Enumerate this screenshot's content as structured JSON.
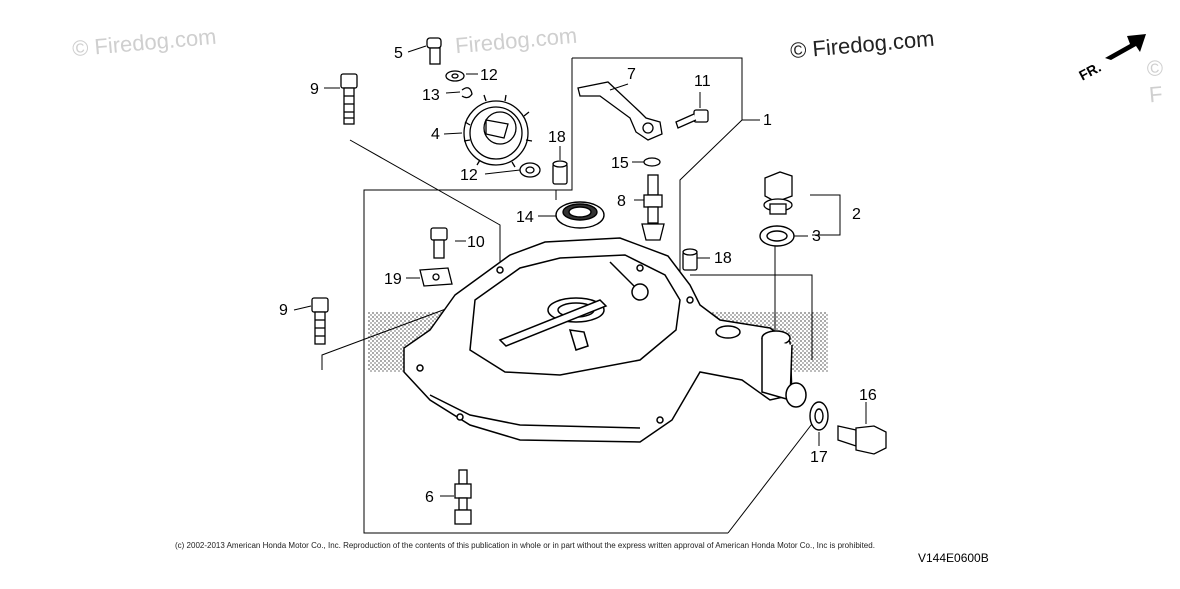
{
  "watermarks": {
    "left": "© Firedog.com",
    "mid": "Firedog.com",
    "main": "© Firedog.com",
    "right_edge": "© F"
  },
  "direction_label": "FR.",
  "callouts": [
    "1",
    "2",
    "3",
    "4",
    "5",
    "6",
    "7",
    "8",
    "9",
    "9",
    "10",
    "11",
    "12",
    "12",
    "13",
    "14",
    "15",
    "16",
    "17",
    "18",
    "18",
    "19"
  ],
  "copyright": "(c) 2002-2013 American Honda Motor Co., Inc. Reproduction of the contents of this publication in whole or in part without the express written approval of American Honda Motor Co., Inc is prohibited.",
  "diagram_code": "V144E0600B"
}
